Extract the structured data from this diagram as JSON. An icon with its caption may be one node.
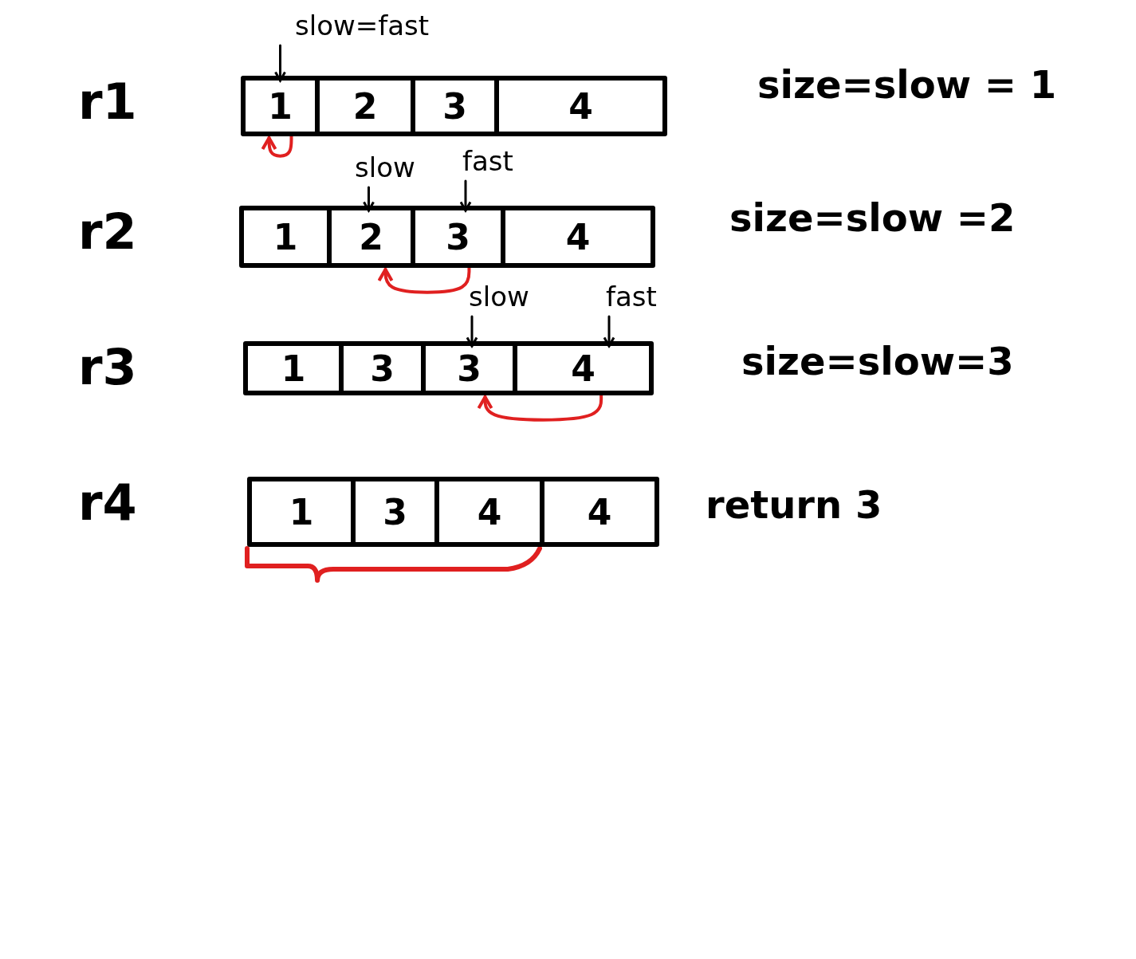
{
  "diagram": {
    "nodes": [
      {
        "text": [
          "slow=fast"
        ]
      },
      {
        "text": [],
        "shape": "box",
        "beside": [
          "r1"
        ]
      },
      {
        "text": [
          "1"
        ],
        "in": 1
      },
      {
        "text": [
          "2"
        ],
        "in": 1
      },
      {
        "text": [
          "3"
        ],
        "in": 1
      },
      {
        "text": [
          "4"
        ],
        "in": 1
      },
      {
        "text": [
          "slow"
        ]
      },
      {
        "text": [
          "fast"
        ]
      },
      {
        "text": [],
        "shape": "box",
        "beside": [
          "r2"
        ]
      },
      {
        "text": [
          "1"
        ],
        "in": 8
      },
      {
        "text": [
          "2"
        ],
        "in": 8
      },
      {
        "text": [
          "3"
        ],
        "in": 8
      },
      {
        "text": [
          "4"
        ],
        "in": 8
      },
      {
        "text": [
          "slow"
        ]
      },
      {
        "text": [
          "fast"
        ]
      },
      {
        "text": [],
        "shape": "box",
        "beside": [
          "r3"
        ]
      },
      {
        "text": [
          "1"
        ],
        "in": 15
      },
      {
        "text": [
          "3"
        ],
        "in": 15
      },
      {
        "text": [
          "3"
        ],
        "in": 15
      },
      {
        "text": [
          "4"
        ],
        "in": 15
      },
      {
        "text": [],
        "shape": "box",
        "beside": [
          "r4"
        ]
      },
      {
        "text": [
          "1"
        ],
        "in": 20
      },
      {
        "text": [
          "3"
        ],
        "in": 20
      },
      {
        "text": [
          "4"
        ],
        "in": 20
      },
      {
        "text": [
          "4"
        ],
        "in": 20
      }
    ],
    "edges": [
      {
        "from": 0,
        "to": 2,
        "arrow": "to"
      },
      {
        "from": 2,
        "to": 2,
        "arrow": "to",
        "color": "#e02020"
      },
      {
        "from": 6,
        "to": 10,
        "arrow": "to"
      },
      {
        "from": 7,
        "to": 11,
        "arrow": "to"
      },
      {
        "from": 11,
        "to": 10,
        "arrow": "to",
        "color": "#e02020"
      },
      {
        "from": 13,
        "to": 18,
        "arrow": "to"
      },
      {
        "from": 14,
        "to": 19,
        "arrow": "to"
      },
      {
        "from": 19,
        "to": 18,
        "arrow": "to",
        "color": "#e02020"
      }
    ],
    "labels": [
      "size=slow = 1",
      "size=slow =2",
      "size=slow=3",
      "return 3"
    ]
  }
}
